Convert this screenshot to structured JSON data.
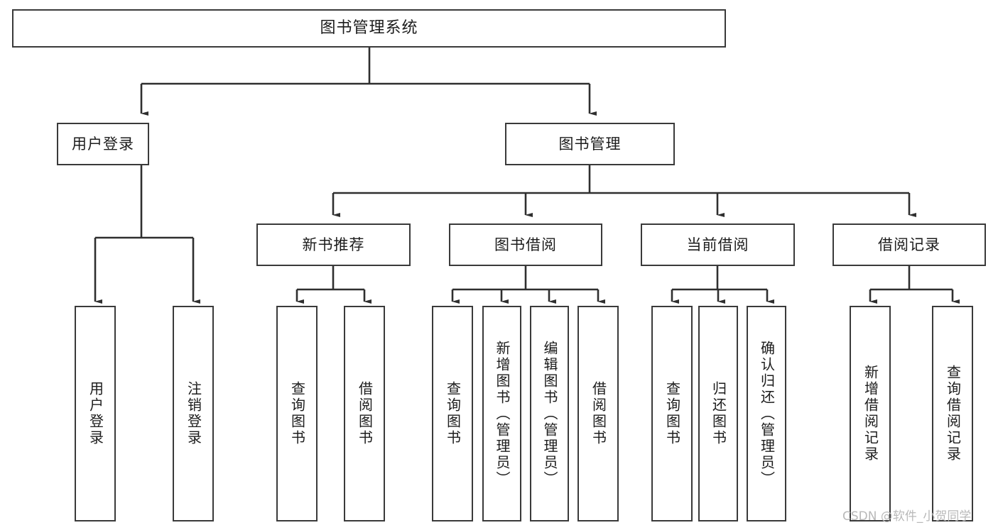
{
  "diagram": {
    "title": "图书管理系统",
    "type": "tree-hierarchy-chart",
    "root": {
      "id": "root",
      "label": "图书管理系统"
    },
    "level2": [
      {
        "id": "user-login",
        "label": "用户登录"
      },
      {
        "id": "book-manage",
        "label": "图书管理"
      }
    ],
    "level3": [
      {
        "id": "new-book-recommend",
        "label": "新书推荐",
        "parent": "book-manage"
      },
      {
        "id": "book-borrow",
        "label": "图书借阅",
        "parent": "book-manage"
      },
      {
        "id": "current-borrow",
        "label": "当前借阅",
        "parent": "book-manage"
      },
      {
        "id": "borrow-record",
        "label": "借阅记录",
        "parent": "book-manage"
      }
    ],
    "leaves": {
      "user_login": [
        {
          "id": "leaf-user-login",
          "label": "用户登录"
        },
        {
          "id": "leaf-user-logout",
          "label": "注销登录"
        }
      ],
      "new_book_recommend": [
        {
          "id": "leaf-query-book-1",
          "label": "查询图书"
        },
        {
          "id": "leaf-borrow-book-1",
          "label": "借阅图书"
        }
      ],
      "book_borrow": [
        {
          "id": "leaf-query-book-2",
          "label": "查询图书"
        },
        {
          "id": "leaf-add-book",
          "label": "新增图书（管理员）"
        },
        {
          "id": "leaf-edit-book",
          "label": "编辑图书（管理员）"
        },
        {
          "id": "leaf-borrow-book-2",
          "label": "借阅图书"
        }
      ],
      "current_borrow": [
        {
          "id": "leaf-query-book-3",
          "label": "查询图书"
        },
        {
          "id": "leaf-return-book",
          "label": "归还图书"
        },
        {
          "id": "leaf-confirm-return",
          "label": "确认归还（管理员）"
        }
      ],
      "borrow_record": [
        {
          "id": "leaf-add-record",
          "label": "新增借阅记录"
        },
        {
          "id": "leaf-query-record",
          "label": "查询借阅记录"
        }
      ]
    }
  },
  "watermark": {
    "text": "CSDN @软件_小贺同学"
  },
  "colors": {
    "border": "#3a3a3a",
    "text": "#1c1c1c",
    "background": "#ffffff",
    "watermark": "#b9b9b9"
  }
}
